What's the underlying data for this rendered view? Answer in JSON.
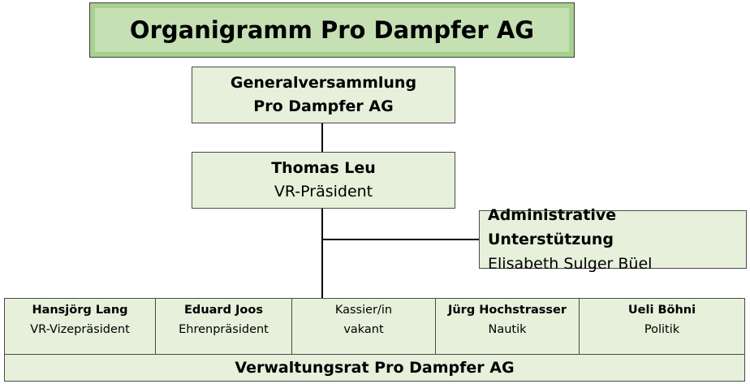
{
  "title": "Organigramm Pro Dampfer AG",
  "generalversammlung": {
    "line1": "Generalversammlung",
    "line2": "Pro Dampfer AG"
  },
  "president": {
    "name": "Thomas Leu",
    "role": "VR-Präsident"
  },
  "admin_support": {
    "label": "Administrative Unterstützung",
    "name": "Elisabeth Sulger Büel"
  },
  "members": [
    {
      "name": "Hansjörg Lang",
      "role": "VR-Vizepräsident"
    },
    {
      "name": "Eduard Joos",
      "role": "Ehrenpräsident"
    },
    {
      "name": "",
      "role": "Kassier/in",
      "role2": "vakant"
    },
    {
      "name": "Jürg Hochstrasser",
      "role": "Nautik"
    },
    {
      "name": "Ueli Böhni",
      "role": "Politik"
    }
  ],
  "board": "Verwaltungsrat Pro Dampfer AG"
}
